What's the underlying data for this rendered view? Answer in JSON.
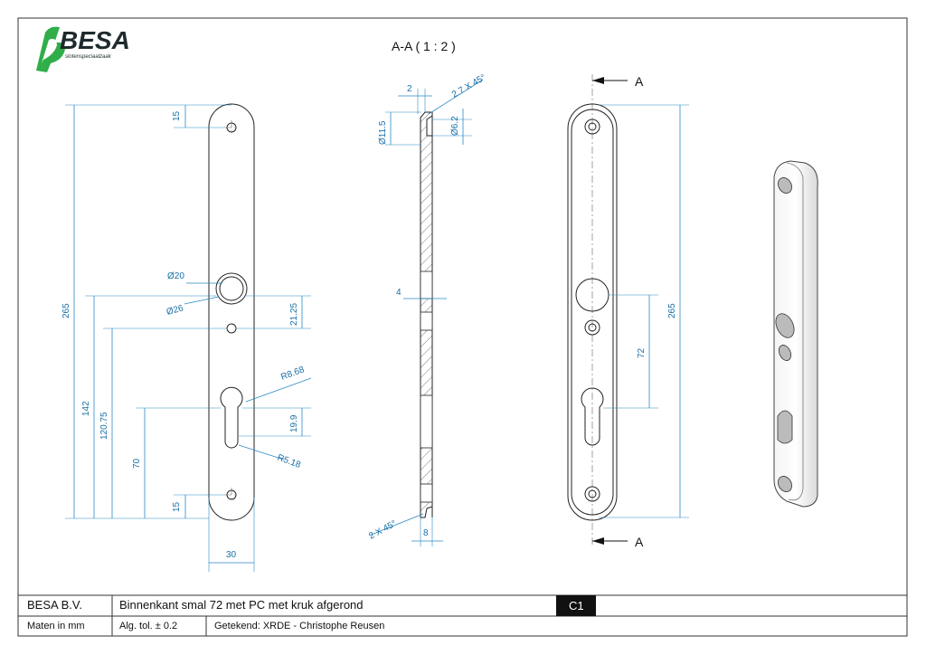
{
  "brand": {
    "logo_text": "BESA",
    "logo_tagline": "slotenspeciaalzaak",
    "colors": {
      "green": "#2fae4a",
      "dark": "#1f2a2e"
    }
  },
  "section_title": "A-A ( 1 : 2 )",
  "section_marker": "A",
  "front_view_dims": {
    "top_hole": "15",
    "total_length": "265",
    "knob_inner": "Ø20",
    "knob_outer": "Ø26",
    "knob_to_small": "21.25",
    "d142": "142",
    "d120": "120.75",
    "d70": "70",
    "bottom_hole": "15",
    "width": "30",
    "r_top": "R8.68",
    "r_bottom": "R5.18",
    "cyl_height": "19.9"
  },
  "section_view_dims": {
    "d2": "2",
    "chamfer_top": "2.7 X 45°",
    "dia115": "Ø11.5",
    "dia62": "Ø6.2",
    "d4": "4",
    "chamfer_bottom": "2 X 45°",
    "d8": "8"
  },
  "side_view_dims": {
    "d72": "72",
    "d265": "265"
  },
  "title_block": {
    "company": "BESA B.V.",
    "description": "Binnenkant smal 72 met PC met kruk afgerond",
    "sheet_code": "C1",
    "units": "Maten in mm",
    "tolerance": "Alg. tol. ± 0.2",
    "drawn_by": "Getekend: XRDE - Christophe Reusen"
  }
}
